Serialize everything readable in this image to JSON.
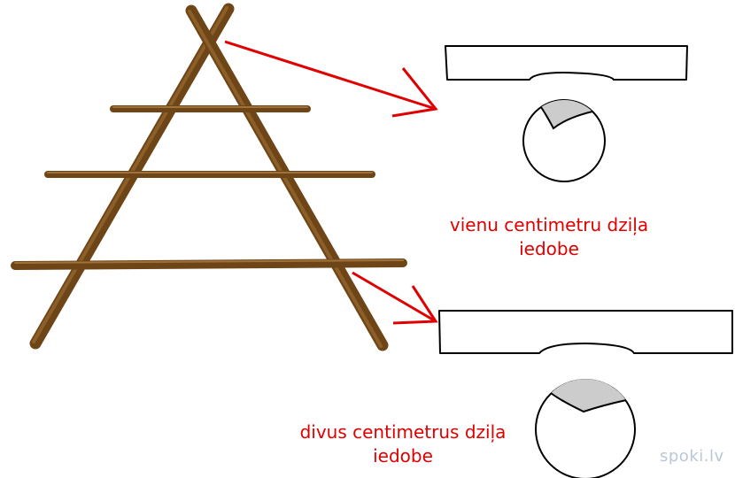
{
  "colors": {
    "annotation": "#e00000",
    "wood": "#7a4f1c",
    "wood_dark": "#5a3810",
    "notch_fill": "#cccccc",
    "outline": "#000000",
    "watermark": "#b9c7d6"
  },
  "annotations": {
    "top_label_line1": "vienu centimetru dziļa",
    "top_label_line2": "iedobe",
    "bottom_label_line1": "divus centimetrus dziļa",
    "bottom_label_line2": "iedobe"
  },
  "watermark": {
    "text": "spoki.lv"
  }
}
